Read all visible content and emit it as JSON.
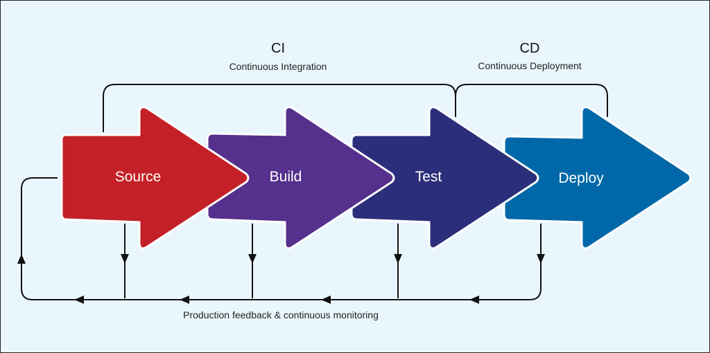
{
  "ci": {
    "title": "CI",
    "subtitle": "Continuous Integration"
  },
  "cd": {
    "title": "CD",
    "subtitle": "Continuous Deployment"
  },
  "stages": [
    {
      "label": "Source",
      "color": "#c42027"
    },
    {
      "label": "Build",
      "color": "#55308d"
    },
    {
      "label": "Test",
      "color": "#2b2e7a"
    },
    {
      "label": "Deploy",
      "color": "#0068a8"
    }
  ],
  "feedback": {
    "label": "Production feedback & continuous monitoring"
  },
  "colors": {
    "background": "#eaf6fd",
    "lines": "#111111"
  }
}
